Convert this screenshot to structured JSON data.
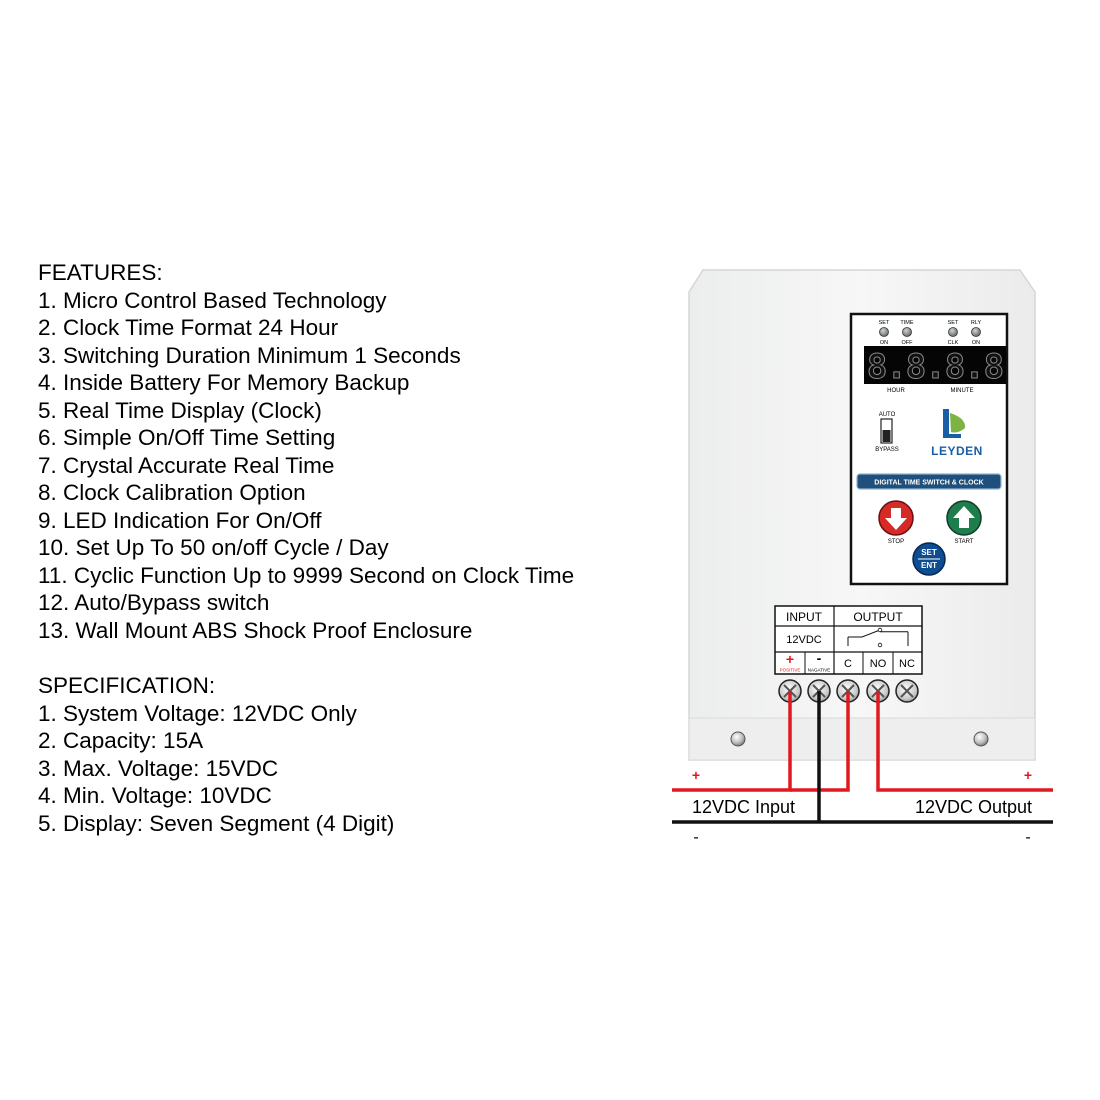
{
  "features": {
    "heading": "FEATURES:",
    "items": [
      "1. Micro Control Based Technology",
      "2. Clock Time Format 24 Hour",
      "3. Switching Duration Minimum 1 Seconds",
      "4. Inside Battery For Memory Backup",
      "5. Real Time Display (Clock)",
      "6. Simple On/Off Time Setting",
      "7. Crystal Accurate Real Time",
      "8. Clock Calibration Option",
      "9. LED Indication For On/Off",
      "10. Set Up To 50 on/off Cycle / Day",
      "11. Cyclic Function Up to 9999 Second on Clock Time",
      "12. Auto/Bypass switch",
      "13. Wall Mount ABS Shock Proof Enclosure"
    ]
  },
  "specification": {
    "heading": "SPECIFICATION:",
    "items": [
      "1. System Voltage: 12VDC Only",
      "2. Capacity: 15A",
      "3. Max. Voltage: 15VDC",
      "4. Min. Voltage: 10VDC",
      "5. Display: Seven Segment (4 Digit)"
    ]
  },
  "device": {
    "leds": {
      "set_on_top": "SET",
      "set_on_bottom": "ON",
      "time_off_top": "TIME",
      "time_off_bottom": "OFF",
      "set_clk_top": "SET",
      "set_clk_bottom": "CLK",
      "rly_on_top": "RLY",
      "rly_on_bottom": "ON"
    },
    "display": {
      "digits": "8.8.8.8",
      "label_hour": "HOUR",
      "label_minute": "MINUTE"
    },
    "switch": {
      "label_top": "AUTO",
      "label_bottom": "BYPASS"
    },
    "brand": "LEYDEN",
    "product_label": "DIGITAL TIME SWITCH & CLOCK",
    "buttons": {
      "stop": "STOP",
      "start": "START",
      "set_top": "SET",
      "set_bottom": "ENT"
    }
  },
  "terminal_block": {
    "input_header": "INPUT",
    "output_header": "OUTPUT",
    "input_voltage": "12VDC",
    "plus": "+",
    "minus": "-",
    "positive": "POSITIVE",
    "negative": "NAGATIVE",
    "c": "C",
    "no": "NO",
    "nc": "NC"
  },
  "wiring": {
    "input_label": "12VDC Input",
    "output_label": "12VDC Output",
    "plus": "+",
    "minus": "-"
  },
  "colors": {
    "wire_red": "#e0191f",
    "wire_black": "#111111",
    "display_red": "#e6322a",
    "button_red": "#d52a26",
    "button_green": "#1e7d4d",
    "button_blue": "#0e4d92",
    "label_blue": "#1f4f7a",
    "brand_green": "#7cb342",
    "brand_blue": "#1a5fa6"
  }
}
